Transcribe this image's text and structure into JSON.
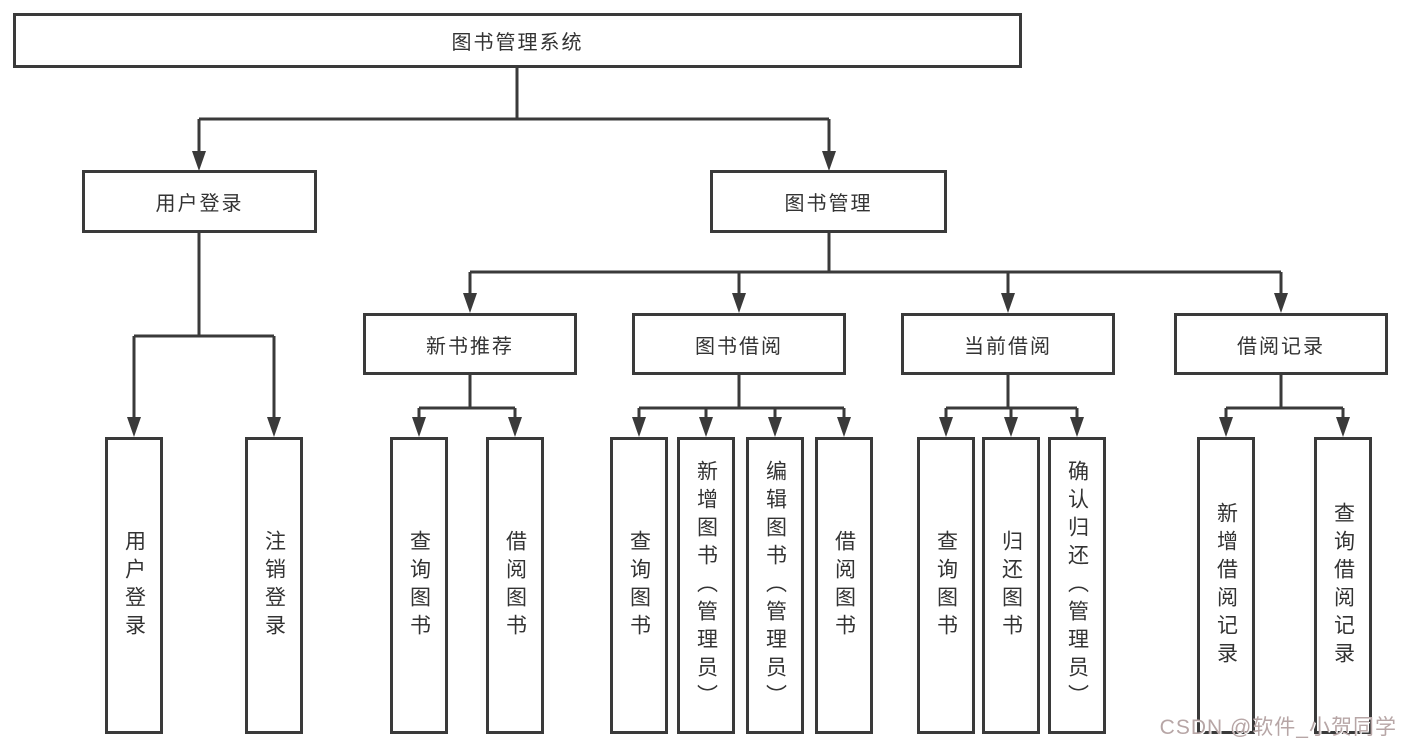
{
  "tree": {
    "root": {
      "label": "图书管理系统"
    },
    "children": [
      {
        "label": "用户登录",
        "leaves": [
          {
            "label": "用户登录"
          },
          {
            "label": "注销登录"
          }
        ]
      },
      {
        "label": "图书管理",
        "children": [
          {
            "label": "新书推荐",
            "leaves": [
              {
                "label": "查询图书"
              },
              {
                "label": "借阅图书"
              }
            ]
          },
          {
            "label": "图书借阅",
            "leaves": [
              {
                "label": "查询图书"
              },
              {
                "label": "新增图书（管理员）"
              },
              {
                "label": "编辑图书（管理员）"
              },
              {
                "label": "借阅图书"
              }
            ]
          },
          {
            "label": "当前借阅",
            "leaves": [
              {
                "label": "查询图书"
              },
              {
                "label": "归还图书"
              },
              {
                "label": "确认归还（管理员）"
              }
            ]
          },
          {
            "label": "借阅记录",
            "leaves": [
              {
                "label": "新增借阅记录"
              },
              {
                "label": "查询借阅记录"
              }
            ]
          }
        ]
      }
    ]
  },
  "watermark": {
    "text": "CSDN @软件_小贺同学",
    "color": "#b7a6a6"
  },
  "colors": {
    "line": "#3a3a3a",
    "text": "#333333",
    "background": "#ffffff"
  }
}
